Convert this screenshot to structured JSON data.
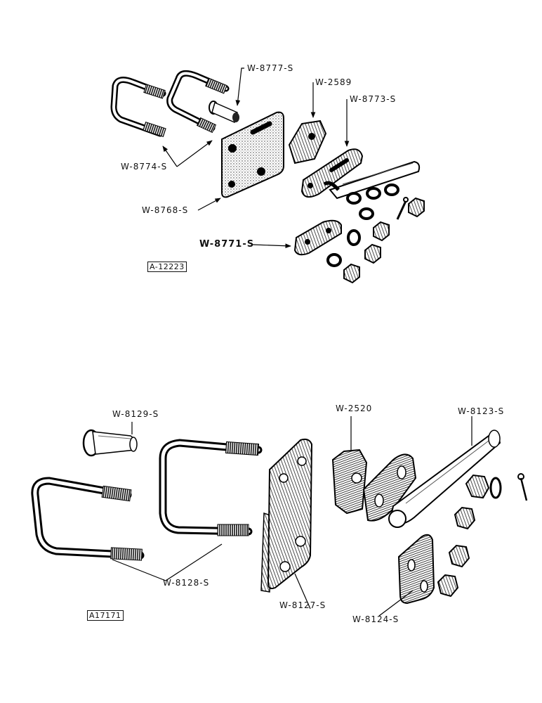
{
  "figure_top": {
    "ref_code": "A-12223",
    "labels": {
      "u_bolt": "W-8774-S",
      "bolt": "W-8777-S",
      "block": "W-2589",
      "link_plate": "W-8773-S",
      "mount_plate": "W-8768-S",
      "clamp_plate": "W-8771-S"
    }
  },
  "figure_bottom": {
    "ref_code": "A17171",
    "labels": {
      "pin": "W-8129-S",
      "block": "W-2520",
      "arm": "W-8123-S",
      "u_bolt": "W-8128-S",
      "mount_plate": "W-8127-S",
      "clamp_plate": "W-8124-S"
    }
  }
}
